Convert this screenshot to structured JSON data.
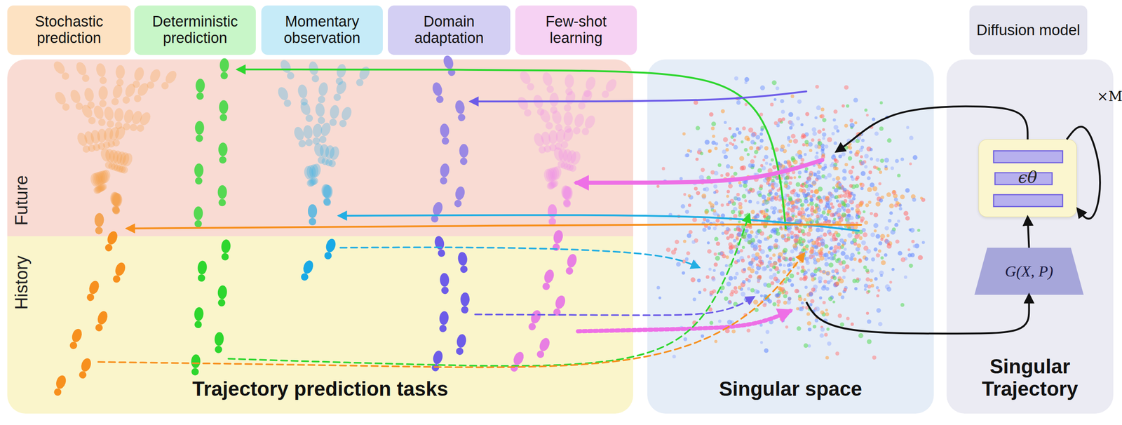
{
  "diagram": {
    "nodes": [
      {
        "text": [
          "Stochastic prediction"
        ]
      },
      {
        "text": [
          "Deterministic prediction"
        ]
      },
      {
        "text": [
          "Momentary observation"
        ]
      },
      {
        "text": [
          "Domain adaptation"
        ]
      },
      {
        "text": [
          "Few-shot learning"
        ]
      },
      {
        "text": [
          "Diffusion model"
        ]
      },
      {
        "text": [
          "Trajectory prediction tasks"
        ]
      },
      {
        "text": [
          "Singular space"
        ]
      },
      {
        "text": [
          "Singular Trajectory"
        ]
      },
      {
        "text": [
          "ϵθ"
        ],
        "in": 8
      },
      {
        "text": [
          "G(X, P)"
        ],
        "in": 8
      }
    ],
    "edges": [
      {
        "from": 7,
        "to": 10,
        "arrow": "to"
      },
      {
        "from": 10,
        "to": 9,
        "arrow": "to"
      },
      {
        "from": 9,
        "to": 7,
        "arrow": "to"
      },
      {
        "from": 9,
        "to": 9,
        "arrow": "to",
        "label": "×M"
      }
    ],
    "labels": [
      "Future",
      "History"
    ]
  }
}
